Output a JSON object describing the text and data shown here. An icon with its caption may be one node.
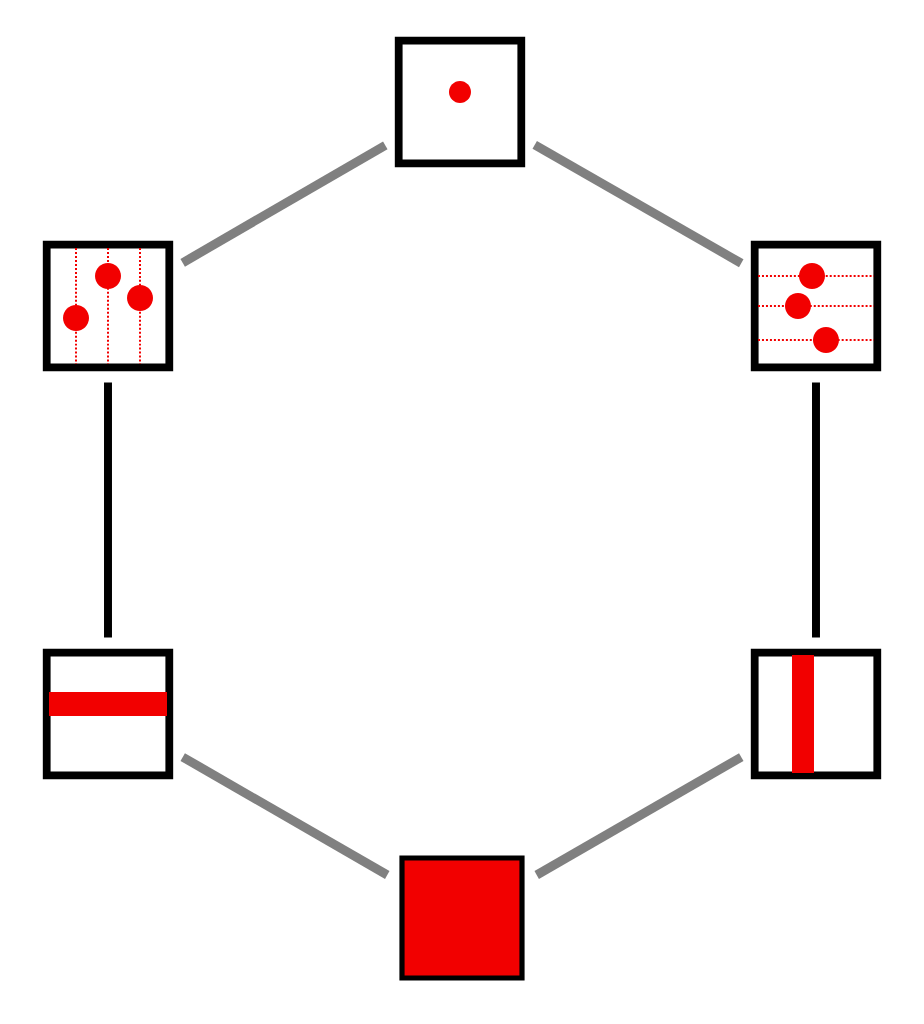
{
  "diagram": {
    "nodes": [
      {
        "text": [],
        "shape": "box"
      },
      {
        "text": [],
        "shape": "box"
      },
      {
        "text": [],
        "shape": "box"
      },
      {
        "text": [],
        "shape": "box"
      },
      {
        "text": [],
        "shape": "box"
      },
      {
        "text": [],
        "shape": "box"
      }
    ],
    "edges": [
      {
        "from": 0,
        "to": 1,
        "arrow": "none"
      },
      {
        "from": 0,
        "to": 2,
        "arrow": "none"
      },
      {
        "from": 1,
        "to": 3,
        "arrow": "none",
        "color": "#000000"
      },
      {
        "from": 2,
        "to": 4,
        "arrow": "none",
        "color": "#000000"
      },
      {
        "from": 3,
        "to": 5,
        "arrow": "none"
      },
      {
        "from": 4,
        "to": 5,
        "arrow": "none"
      }
    ]
  }
}
